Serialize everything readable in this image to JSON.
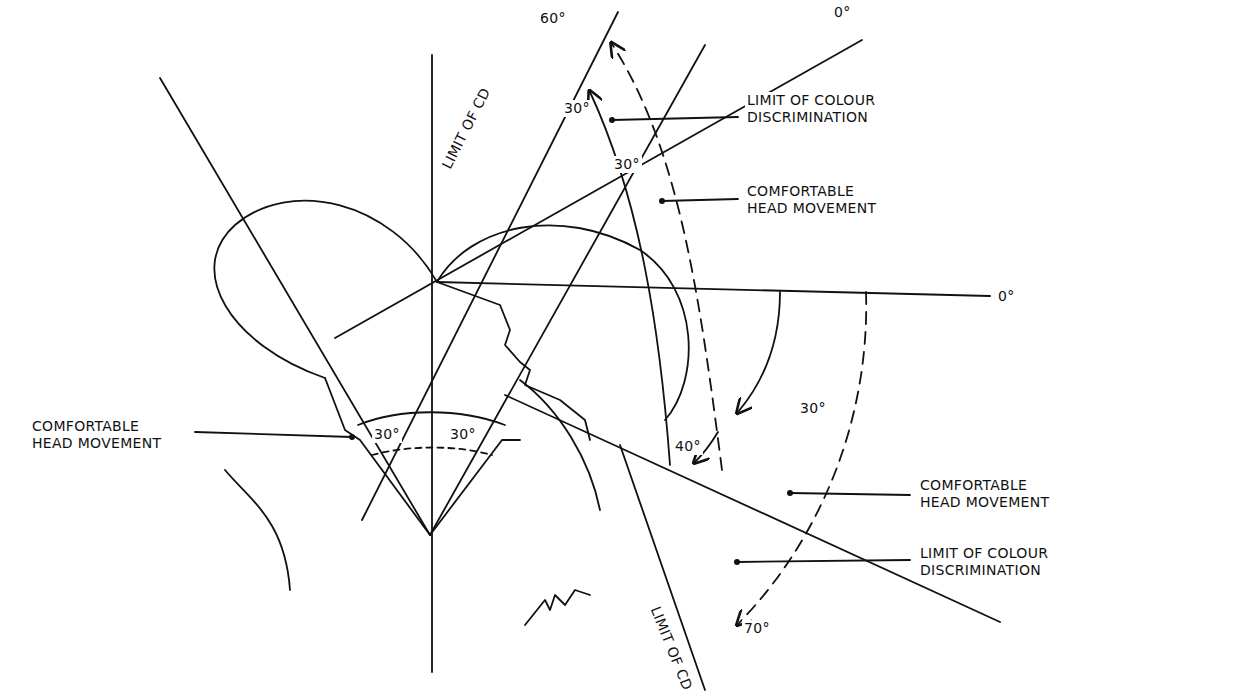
{
  "diagram": {
    "labels": [
      "60°",
      "0°",
      "LIMIT OF CD",
      "30°",
      "30°",
      "LIMIT OF COLOUR DISCRIMINATION",
      "COMFORTABLE HEAD MOVEMENT",
      "0°",
      "COMFORTABLE HEAD MOVEMENT",
      "30°",
      "30°",
      "30°",
      "40°",
      "70°",
      "COMFORTABLE HEAD MOVEMENT",
      "LIMIT OF COLOUR DISCRIMINATION",
      "LIMIT OF CD"
    ]
  }
}
